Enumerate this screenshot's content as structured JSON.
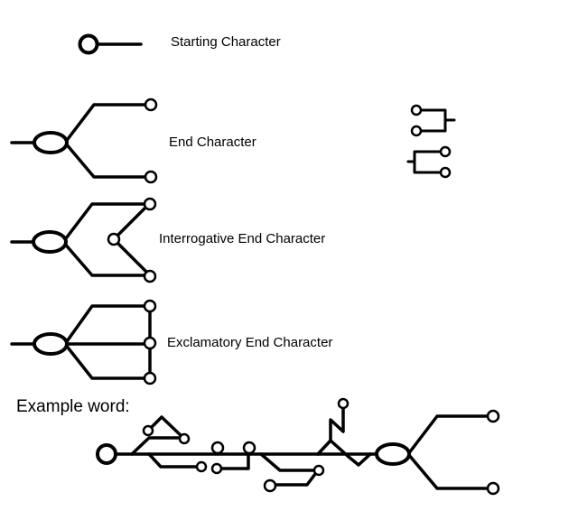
{
  "legend": {
    "starting_character": "Starting Character",
    "end_character": "End Character",
    "interrogative_end_character": "Interrogative End Character",
    "exclamatory_end_character": "Exclamatory End Character"
  },
  "example": {
    "label": "Example word:"
  },
  "colors": {
    "stroke": "#000000",
    "node_fill": "#ffffff",
    "background": "#ffffff"
  }
}
